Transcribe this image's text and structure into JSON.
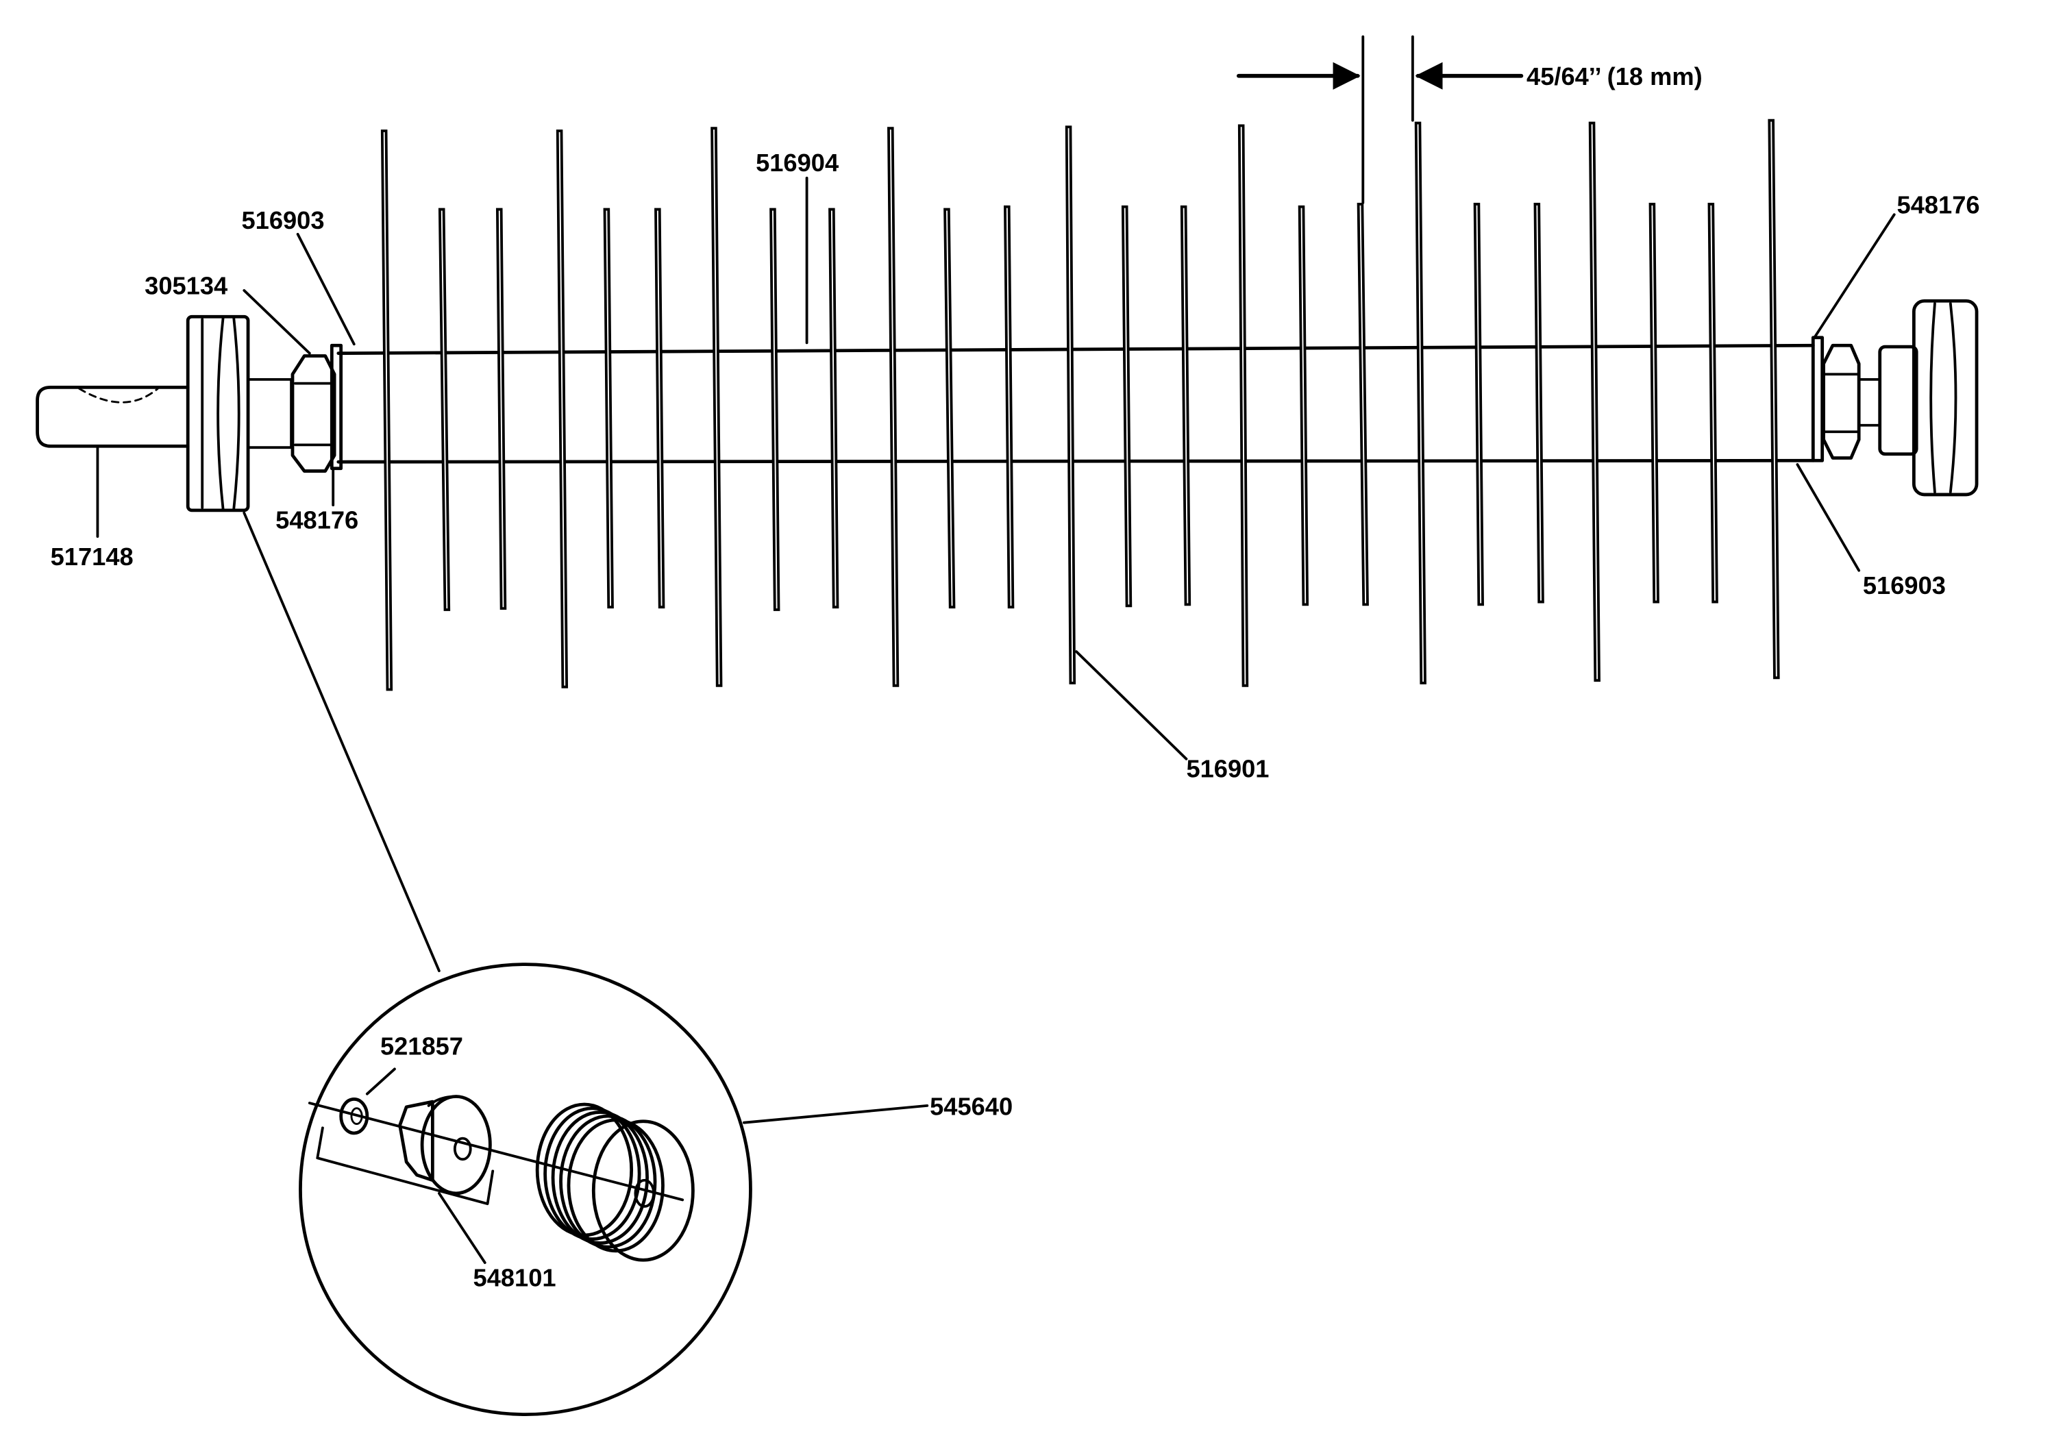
{
  "labels": {
    "dimension": "45/64’’ (18 mm)",
    "shaft_nut_top": "516904",
    "spacer_left": "516903",
    "nut_left": "305134",
    "washer_left": "548176",
    "shaft_end": "517148",
    "washer_right": "548176",
    "spacer_right": "516903",
    "disc": "516901",
    "pulley_assembly": "545640",
    "clip": "521857",
    "hub": "548101"
  },
  "icons": {
    "dimension_arrows": "arrow-right-icon, arrow-left-icon",
    "detail_callout": "magnifier-circle"
  }
}
